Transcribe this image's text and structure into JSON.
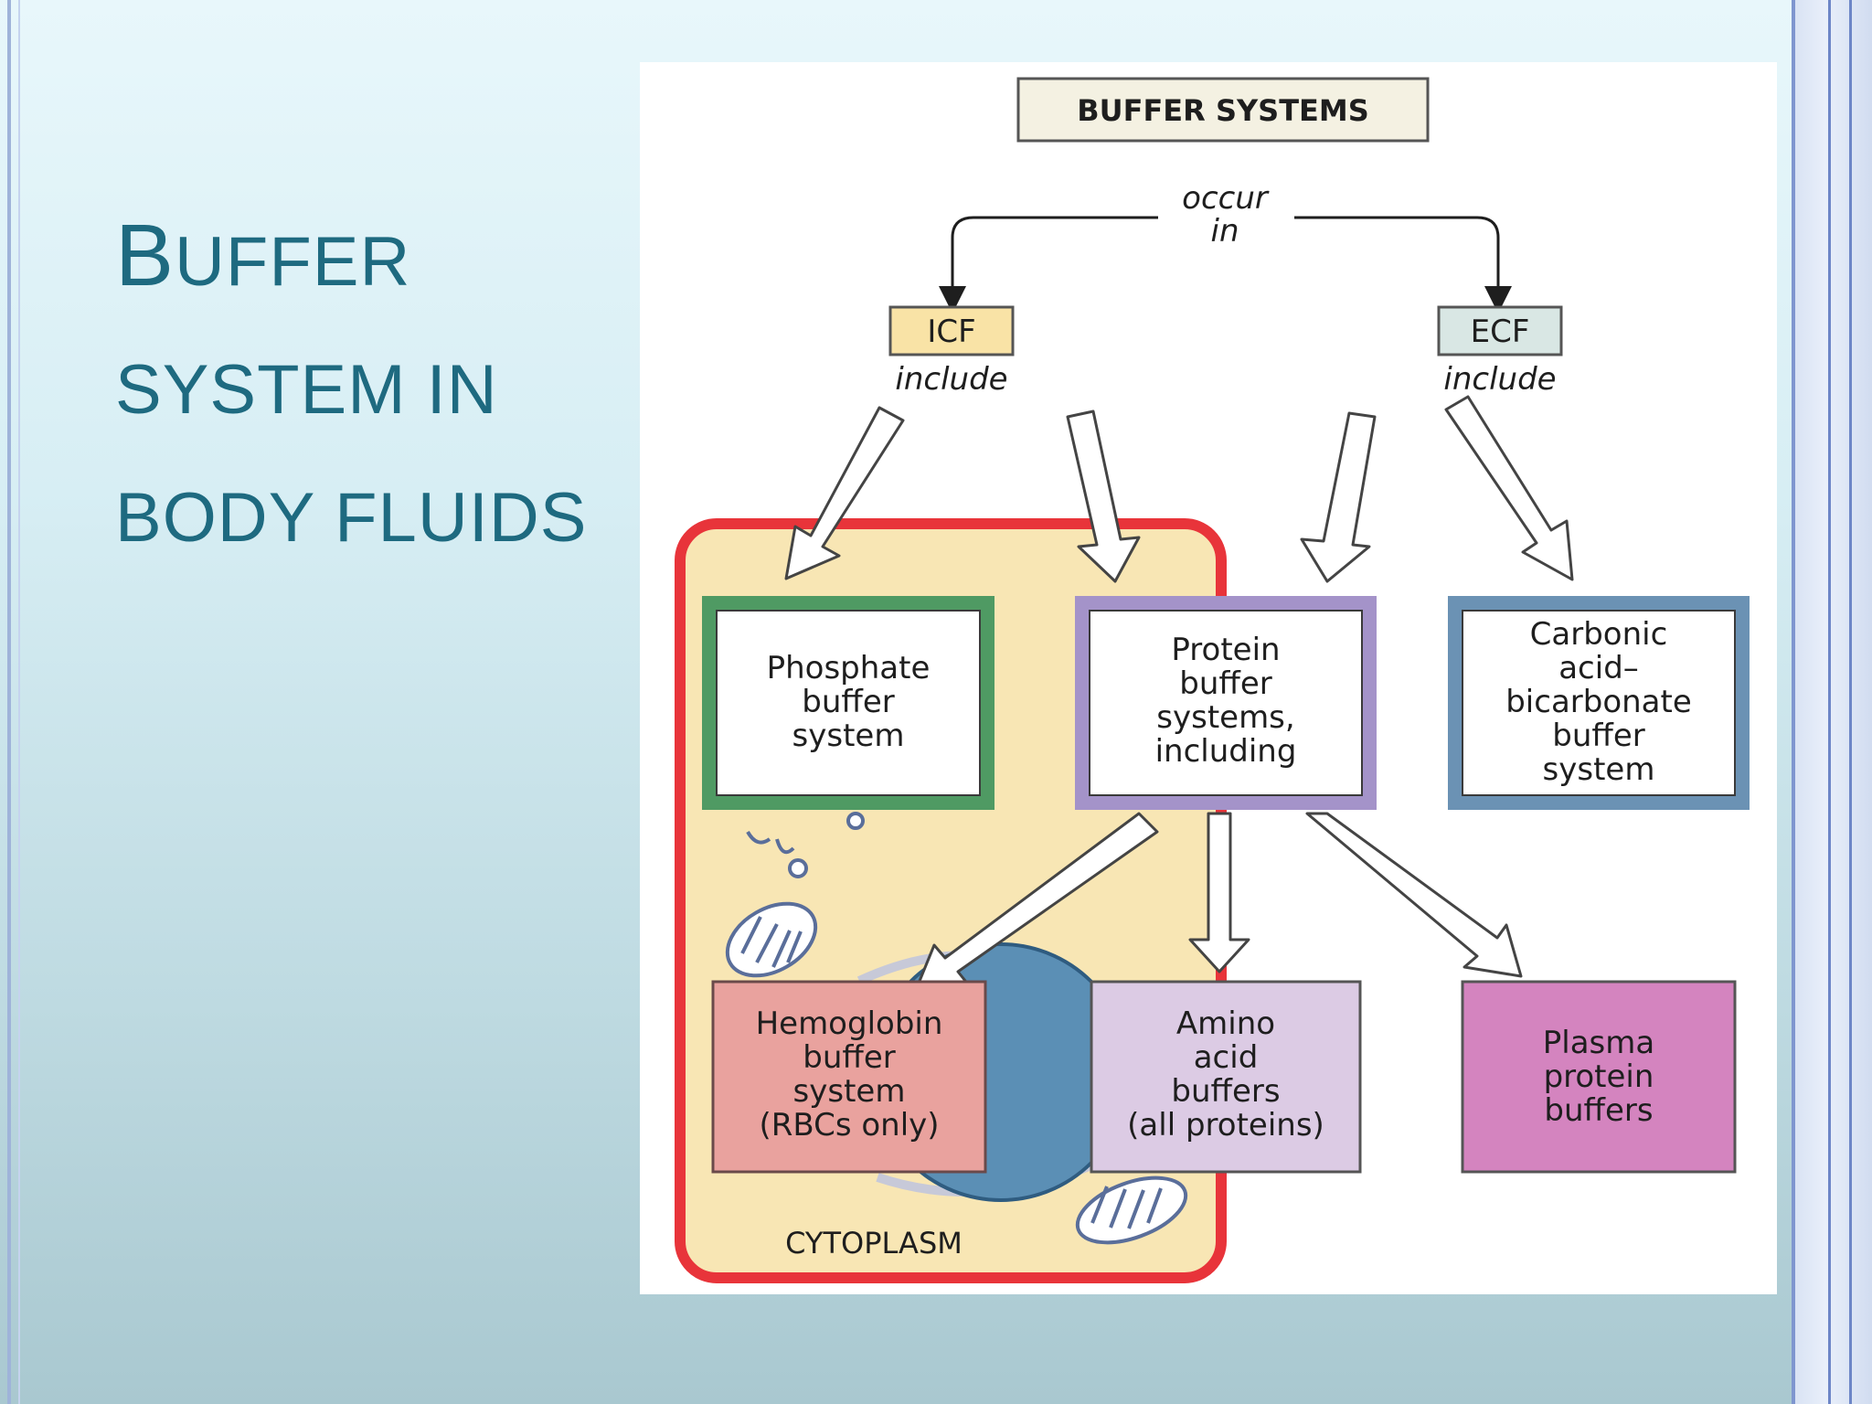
{
  "slide": {
    "title_line1_first": "B",
    "title_line1_rest": "UFFER",
    "title_line2": "SYSTEM IN",
    "title_line3": "BODY FLUIDS"
  },
  "diagram": {
    "heading": "BUFFER SYSTEMS",
    "occur_line1": "occur",
    "occur_line2": "in",
    "icf": "ICF",
    "ecf": "ECF",
    "include_icf": "include",
    "include_ecf": "include",
    "phosphate": [
      "Phosphate",
      "buffer",
      "system"
    ],
    "protein": [
      "Protein",
      "buffer",
      "systems,",
      "including"
    ],
    "carbonic": [
      "Carbonic",
      "acid–",
      "bicarbonate",
      "buffer",
      "system"
    ],
    "hemoglobin": [
      "Hemoglobin",
      "buffer",
      "system",
      "(RBCs only)"
    ],
    "amino": [
      "Amino",
      "acid",
      "buffers",
      "(all proteins)"
    ],
    "plasma": [
      "Plasma",
      "protein",
      "buffers"
    ],
    "cytoplasm": "CYTOPLASM",
    "colors": {
      "cell_border": "#e8343a",
      "cytoplasm_fill": "#f8e6b4",
      "phosphate_border": "#4f9a63",
      "protein_border": "#a493c9",
      "carbonic_border": "#6b92b4",
      "hemoglobin_fill": "#e9a29e",
      "amino_fill": "#dccbe4",
      "plasma_fill": "#d484bf",
      "icf_fill": "#f9e3a6",
      "ecf_fill": "#d9e7e4",
      "heading_fill": "#f4f1e2",
      "nucleus_fill": "#5b8fb5"
    }
  }
}
